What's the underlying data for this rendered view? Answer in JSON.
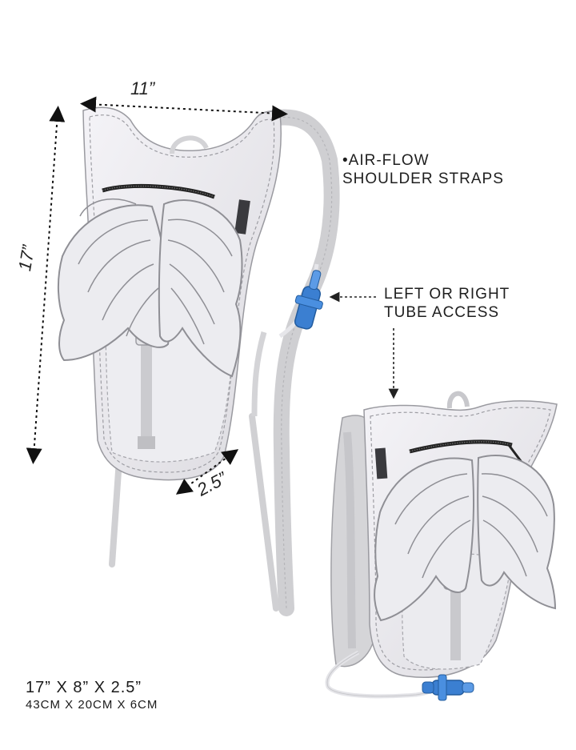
{
  "labels": {
    "features_line1": "•AIR-FLOW",
    "features_line2": "SHOULDER STRAPS",
    "tube_line1": "LEFT OR RIGHT",
    "tube_line2": "TUBE ACCESS"
  },
  "dimensions": {
    "width": "11”",
    "height": "17”",
    "depth": "2.5”"
  },
  "sizes": {
    "inches": "17” X 8” X 2.5”",
    "centimeters": "43CM X 20CM X 6CM"
  },
  "colors": {
    "pack": "#eeedf1",
    "pack_stitch": "#8c8c92",
    "strap": "#c9c9cb",
    "valve": "#3b7fd1",
    "zipper": "#222222"
  }
}
